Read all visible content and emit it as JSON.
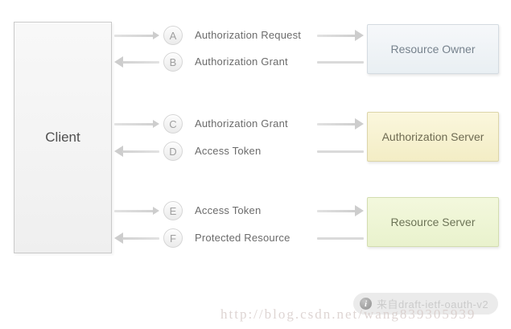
{
  "client": {
    "label": "Client"
  },
  "flows": [
    {
      "letter": "A",
      "label": "Authorization Request",
      "direction": "client-to-resource-owner"
    },
    {
      "letter": "B",
      "label": "Authorization Grant",
      "direction": "resource-owner-to-client"
    },
    {
      "letter": "C",
      "label": "Authorization Grant",
      "direction": "client-to-authorization-server"
    },
    {
      "letter": "D",
      "label": "Access Token",
      "direction": "authorization-server-to-client"
    },
    {
      "letter": "E",
      "label": "Access Token",
      "direction": "client-to-resource-server"
    },
    {
      "letter": "F",
      "label": "Protected Resource",
      "direction": "resource-server-to-client"
    }
  ],
  "entities": [
    {
      "label": "Resource Owner",
      "fill": "#eff4f7",
      "border": "#d4dbe1",
      "text_color": "#76828d"
    },
    {
      "label": "Authorization Server",
      "fill": "#f8f3d2",
      "border": "#dcd5a9",
      "text_color": "#6e6a52"
    },
    {
      "label": "Resource Server",
      "fill": "#eef5d6",
      "border": "#d3ddb0",
      "text_color": "#6d7457"
    }
  ],
  "badge": {
    "icon": "info-icon",
    "icon_glyph": "i",
    "text": "来自draft-ietf-oauth-v2"
  },
  "watermark": {
    "text": "http://blog.csdn.net/wang839305939"
  },
  "colors": {
    "background": "#ffffff",
    "arrow": "#cdcdcd",
    "flow_label_text": "#6b6b6b",
    "step_letter_text": "#9f9f9f",
    "client_fill": "#f4f4f4",
    "client_border": "#c9c9c9"
  }
}
